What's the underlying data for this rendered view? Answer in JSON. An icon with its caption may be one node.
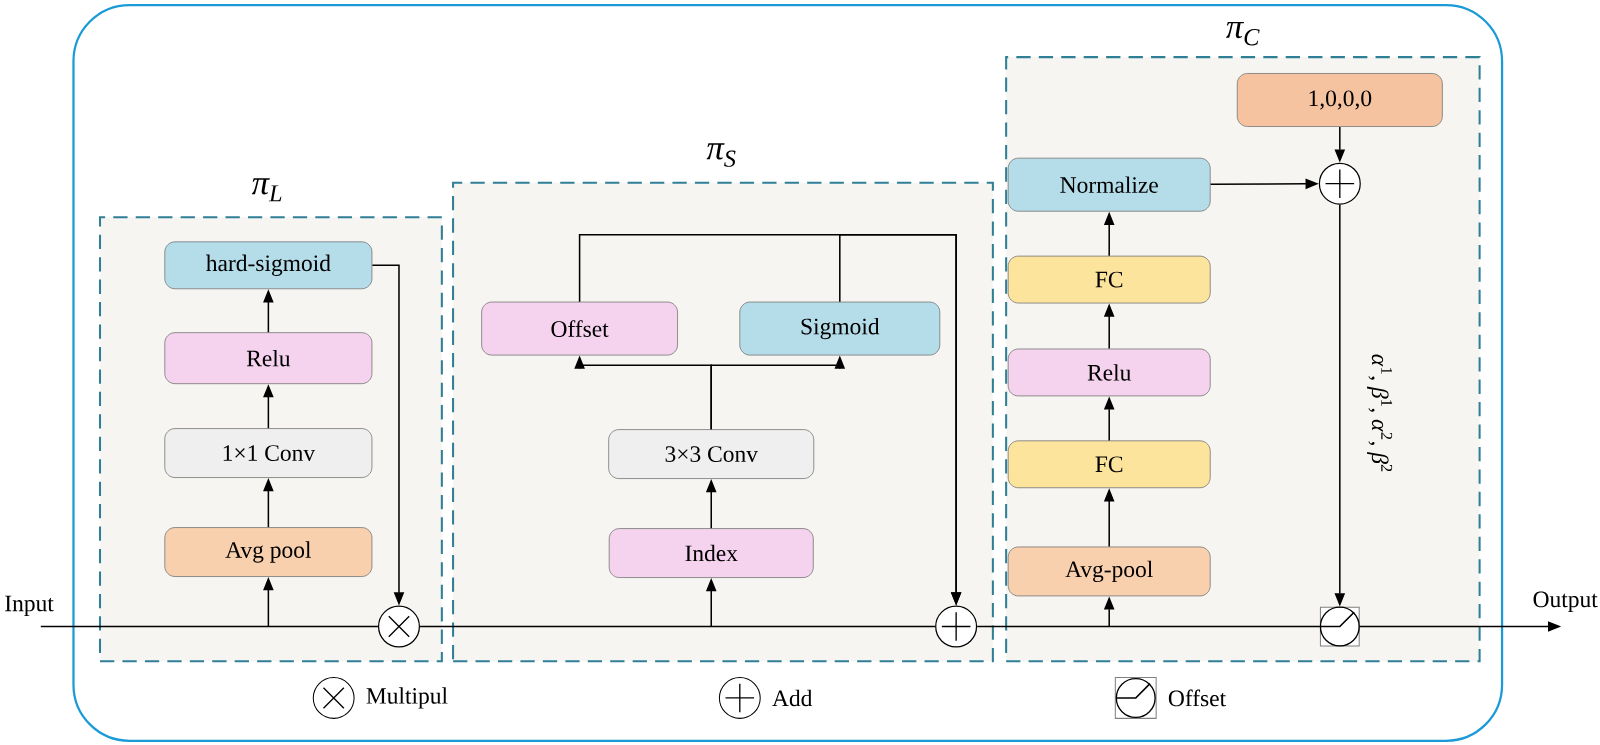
{
  "diagram": {
    "nodes": [
      {
        "text": [
          "π$_{L}$"
        ]
      },
      {
        "text": [
          "hard-sigmoid"
        ],
        "in": 0
      },
      {
        "text": [
          "Relu"
        ],
        "in": 0
      },
      {
        "text": [
          "1×1 Conv"
        ],
        "in": 0
      },
      {
        "text": [
          "Avg pool"
        ],
        "in": 0
      },
      {
        "text": [],
        "shape": "circle",
        "in": 0
      },
      {
        "text": [
          "π$_{S}$"
        ]
      },
      {
        "text": [
          "Offset"
        ],
        "in": 6
      },
      {
        "text": [
          "Sigmoid"
        ],
        "in": 6
      },
      {
        "text": [
          "3×3 Conv"
        ],
        "in": 6
      },
      {
        "text": [
          "Index"
        ],
        "in": 6
      },
      {
        "text": [],
        "shape": "circle",
        "in": 6
      },
      {
        "text": [
          "π$_{C}$"
        ]
      },
      {
        "text": [
          "1,0,0,0"
        ],
        "in": 12
      },
      {
        "text": [
          "Normalize"
        ],
        "in": 12
      },
      {
        "text": [],
        "shape": "circle",
        "in": 12
      },
      {
        "text": [
          "FC"
        ],
        "in": 12
      },
      {
        "text": [
          "Relu"
        ],
        "in": 12
      },
      {
        "text": [
          "FC"
        ],
        "in": 12
      },
      {
        "text": [
          "Avg-pool"
        ],
        "in": 12
      },
      {
        "text": [],
        "shape": "box",
        "in": 12
      },
      {
        "text": [
          "Input"
        ]
      },
      {
        "text": [
          "Output"
        ]
      }
    ],
    "edges": [
      {
        "from": 21,
        "to": 5,
        "arrow": "none"
      },
      {
        "from": 5,
        "to": 11,
        "arrow": "none"
      },
      {
        "from": 11,
        "to": 20,
        "arrow": "none"
      },
      {
        "from": 20,
        "to": 22,
        "arrow": "to"
      },
      {
        "from": null,
        "to": 4,
        "arrow": "to"
      },
      {
        "from": 4,
        "to": 3,
        "arrow": "to"
      },
      {
        "from": 3,
        "to": 2,
        "arrow": "to"
      },
      {
        "from": 2,
        "to": 1,
        "arrow": "to"
      },
      {
        "from": 1,
        "to": 5,
        "arrow": "to"
      },
      {
        "from": null,
        "to": 10,
        "arrow": "to"
      },
      {
        "from": 10,
        "to": 9,
        "arrow": "to"
      },
      {
        "from": 9,
        "to": 7,
        "arrow": "to"
      },
      {
        "from": 9,
        "to": 8,
        "arrow": "to"
      },
      {
        "from": 7,
        "to": 11,
        "arrow": "to"
      },
      {
        "from": 8,
        "to": 11,
        "arrow": "to"
      },
      {
        "from": null,
        "to": 19,
        "arrow": "to"
      },
      {
        "from": 19,
        "to": 18,
        "arrow": "to"
      },
      {
        "from": 18,
        "to": 17,
        "arrow": "to"
      },
      {
        "from": 17,
        "to": 16,
        "arrow": "to"
      },
      {
        "from": 16,
        "to": 14,
        "arrow": "to"
      },
      {
        "from": 14,
        "to": 15,
        "arrow": "to"
      },
      {
        "from": 13,
        "to": 15,
        "arrow": "to"
      },
      {
        "from": 15,
        "to": 20,
        "arrow": "to",
        "label": "*α*$^{1}$, *β*$^{1}$, *α*$^{2}$, *β*$^{2}$"
      }
    ],
    "legend": [
      {
        "text": "Multipul"
      },
      {
        "text": "Add"
      },
      {
        "text": "Offset"
      }
    ]
  }
}
